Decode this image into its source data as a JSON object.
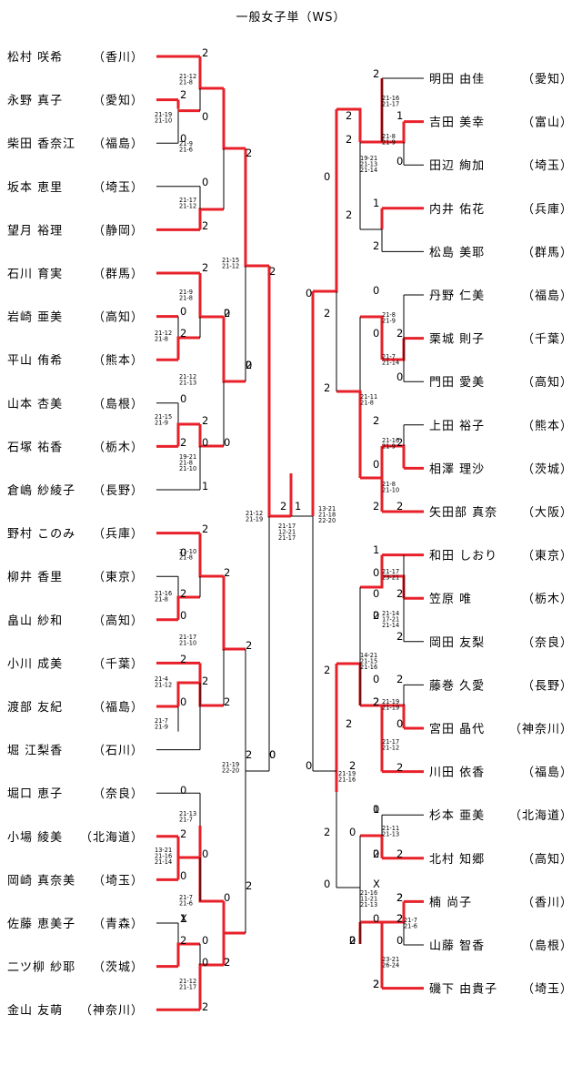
{
  "title": "一般女子単（WS）",
  "colors": {
    "winner_line": "#e8202a",
    "line": "#000000"
  },
  "players": {
    "left": [
      {
        "name": "松村 咲希",
        "team": "（香川）"
      },
      {
        "name": "永野 真子",
        "team": "（愛知）"
      },
      {
        "name": "柴田 香奈江",
        "team": "（福島）"
      },
      {
        "name": "坂本 恵里",
        "team": "（埼玉）"
      },
      {
        "name": "望月 裕理",
        "team": "（静岡）"
      },
      {
        "name": "石川 育実",
        "team": "（群馬）"
      },
      {
        "name": "岩崎 亜美",
        "team": "（高知）"
      },
      {
        "name": "平山 侑希",
        "team": "（熊本）"
      },
      {
        "name": "山本 杏美",
        "team": "（島根）"
      },
      {
        "name": "石塚 祐香",
        "team": "（栃木）"
      },
      {
        "name": "倉嶋 紗綾子",
        "team": "（長野）"
      },
      {
        "name": "野村 このみ",
        "team": "（兵庫）"
      },
      {
        "name": "柳井 香里",
        "team": "（東京）"
      },
      {
        "name": "畠山 紗和",
        "team": "（高知）"
      },
      {
        "name": "小川 成美",
        "team": "（千葉）"
      },
      {
        "name": "渡部 友紀",
        "team": "（福島）"
      },
      {
        "name": "堀 江梨香",
        "team": "（石川）"
      },
      {
        "name": "堀口 恵子",
        "team": "（奈良）"
      },
      {
        "name": "小場 綾美",
        "team": "（北海道）"
      },
      {
        "name": "岡崎 真奈美",
        "team": "（埼玉）"
      },
      {
        "name": "佐藤 恵美子",
        "team": "（青森）"
      },
      {
        "name": "二ツ柳 紗耶",
        "team": "（茨城）"
      },
      {
        "name": "金山 友萌",
        "team": "（神奈川）"
      }
    ],
    "right": [
      {
        "name": "明田 由佳",
        "team": "（愛知）"
      },
      {
        "name": "吉田 美幸",
        "team": "（富山）"
      },
      {
        "name": "田辺 絢加",
        "team": "（埼玉）"
      },
      {
        "name": "内井 佑花",
        "team": "（兵庫）"
      },
      {
        "name": "松島 美耶",
        "team": "（群馬）"
      },
      {
        "name": "丹野 仁美",
        "team": "（福島）"
      },
      {
        "name": "栗城 則子",
        "team": "（千葉）"
      },
      {
        "name": "門田 愛美",
        "team": "（高知）"
      },
      {
        "name": "上田 裕子",
        "team": "（熊本）"
      },
      {
        "name": "相澤 理沙",
        "team": "（茨城）"
      },
      {
        "name": "矢田部 真奈",
        "team": "（大阪）"
      },
      {
        "name": "和田 しおり",
        "team": "（東京）"
      },
      {
        "name": "笠原 唯",
        "team": "（栃木）"
      },
      {
        "name": "岡田 友梨",
        "team": "（奈良）"
      },
      {
        "name": "藤巻 久愛",
        "team": "（長野）"
      },
      {
        "name": "宮田 晶代",
        "team": "（神奈川）"
      },
      {
        "name": "川田 依香",
        "team": "（福島）"
      },
      {
        "name": "杉本 亜美",
        "team": "（北海道）"
      },
      {
        "name": "北村 知郷",
        "team": "（高知）"
      },
      {
        "name": "楠 尚子",
        "team": "（香川）"
      },
      {
        "name": "山藤 智香",
        "team": "（島根）"
      },
      {
        "name": "磯下 由貴子",
        "team": "（埼玉）"
      }
    ]
  },
  "scores": [
    "2",
    "2",
    "0",
    "0",
    "0",
    "2",
    "2",
    "0",
    "0",
    "2",
    "0",
    "2",
    "2",
    "0",
    "1",
    "2",
    "2",
    "0",
    "2",
    "0",
    "2",
    "2",
    "0",
    "2",
    "0",
    "2",
    "0",
    "0",
    "1",
    "2",
    "0",
    "2",
    "2",
    "0",
    "2",
    "0",
    "2",
    "2",
    "0",
    "2",
    "X",
    "0",
    "2",
    "0",
    "2",
    "0",
    "2",
    "2",
    "2",
    "1",
    "0",
    "2",
    "2",
    "2",
    "0",
    "2",
    "2",
    "2",
    "1",
    "0",
    "1",
    "2",
    "0",
    "0",
    "2",
    "0",
    "2",
    "0",
    "2",
    "2",
    "2",
    "1",
    "0",
    "2",
    "2",
    "0",
    "2",
    "0",
    "2",
    "2",
    "0",
    "2",
    "2",
    "2",
    "0",
    "X",
    "0",
    "0",
    "2",
    "2",
    "2",
    "0",
    "2",
    "2",
    "0",
    "2",
    "0",
    "2",
    "0",
    "2",
    "2",
    "0",
    "2",
    "1",
    "0",
    "2",
    "2",
    "2"
  ],
  "set_scores": [
    [
      "21-12",
      "21-8"
    ],
    [
      "21-19",
      "21-10"
    ],
    [
      "21-9",
      "21-6"
    ],
    [
      "21-17",
      "21-12"
    ],
    [
      "21-15",
      "21-12"
    ],
    [
      "21-9",
      "21-8"
    ],
    [
      "21-12",
      "21-8"
    ],
    [
      "21-12",
      "21-13"
    ],
    [
      "21-15",
      "21-9"
    ],
    [
      "19-21",
      "21-8",
      "21-10"
    ],
    [
      "21-12",
      "21-19"
    ],
    [
      "21-17",
      "12-21",
      "21-17"
    ],
    [
      "13-21",
      "21-18",
      "22-20"
    ],
    [
      "21-10",
      "21-8"
    ],
    [
      "21-16",
      "21-8"
    ],
    [
      "21-17",
      "21-10"
    ],
    [
      "21-4",
      "21-12"
    ],
    [
      "21-7",
      "21-9"
    ],
    [
      "21-19",
      "22-20"
    ],
    [
      "21-13",
      "21-7"
    ],
    [
      "13-21",
      "21-16",
      "21-14"
    ],
    [
      "21-7",
      "21-6"
    ],
    [
      "21-12",
      "21-17"
    ],
    [
      "21-16",
      "21-17"
    ],
    [
      "21-8",
      "21-9"
    ],
    [
      "19-21",
      "21-13",
      "21-14"
    ],
    [
      "21-8",
      "21-9"
    ],
    [
      "21-7",
      "21-14"
    ],
    [
      "21-11",
      "21-8"
    ],
    [
      "21-16",
      "21-9"
    ],
    [
      "21-8",
      "21-10"
    ],
    [
      "21-17",
      "23-21"
    ],
    [
      "21-14",
      "17-21",
      "21-14"
    ],
    [
      "14-21",
      "21-15",
      "21-16"
    ],
    [
      "21-19",
      "21-19"
    ],
    [
      "21-17",
      "21-12"
    ],
    [
      "21-19",
      "21-16"
    ],
    [
      "21-11",
      "21-13"
    ],
    [
      "21-16",
      "11-21",
      "21-13"
    ],
    [
      "21-7",
      "21-6"
    ],
    [
      "23-21",
      "26-24"
    ],
    [
      "21-8",
      "21-10"
    ]
  ]
}
